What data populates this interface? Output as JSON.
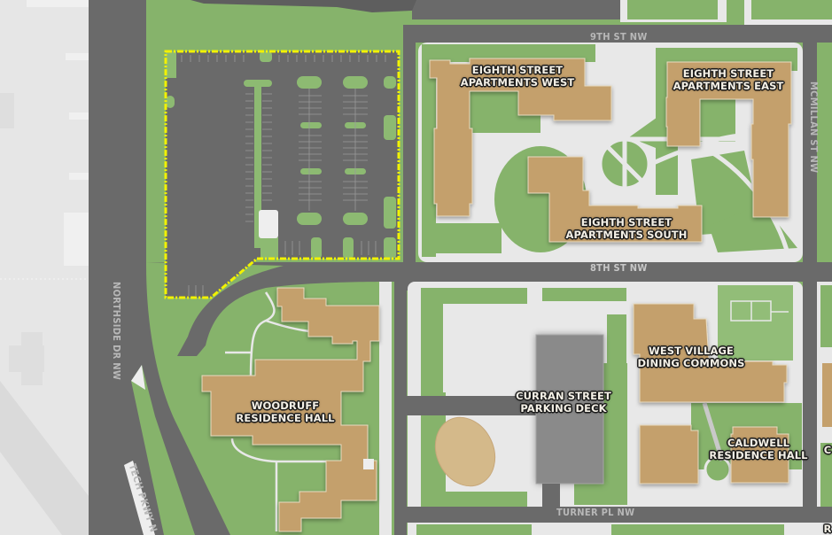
{
  "map": {
    "colors": {
      "road": "#6a6a6a",
      "grass": "#86b36b",
      "grass_light": "#92bd78",
      "sidewalk": "#e8e8e8",
      "building": "#c4a06c",
      "parking_deck": "#8a8a8a",
      "offcampus": "#e4e4e4",
      "highlight": "#f2f200",
      "track": "#d4b98a"
    },
    "highlight": {
      "type": "dashed-outline",
      "area": "surface-parking-lot",
      "color": "#f2f200"
    },
    "buildings": [
      {
        "id": "esa-west",
        "line1": "EIGHTH STREET",
        "line2": "APARTMENTS WEST"
      },
      {
        "id": "esa-east",
        "line1": "EIGHTH STREET",
        "line2": "APARTMENTS EAST"
      },
      {
        "id": "esa-south",
        "line1": "EIGHTH STREET",
        "line2": "APARTMENTS SOUTH"
      },
      {
        "id": "woodruff",
        "line1": "WOODRUFF",
        "line2": "RESIDENCE HALL"
      },
      {
        "id": "curran",
        "line1": "CURRAN STREET",
        "line2": "PARKING DECK"
      },
      {
        "id": "west-village",
        "line1": "WEST VILLAGE",
        "line2": "DINING COMMONS"
      },
      {
        "id": "caldwell",
        "line1": "CALDWELL",
        "line2": "RESIDENCE HALL"
      },
      {
        "id": "partial-c",
        "line1": "C",
        "line2": ""
      },
      {
        "id": "partial-r",
        "line1": "R",
        "line2": ""
      }
    ],
    "streets": [
      {
        "id": "9th",
        "label": "9TH ST NW"
      },
      {
        "id": "8th",
        "label": "8TH ST NW"
      },
      {
        "id": "mcmillan",
        "label": "MCMILLAN ST NW"
      },
      {
        "id": "northside",
        "label": "NORTHSIDE DR NW"
      },
      {
        "id": "techpkwy",
        "label": "TECH PKWY N"
      },
      {
        "id": "turner",
        "label": "TURNER PL NW"
      }
    ]
  }
}
